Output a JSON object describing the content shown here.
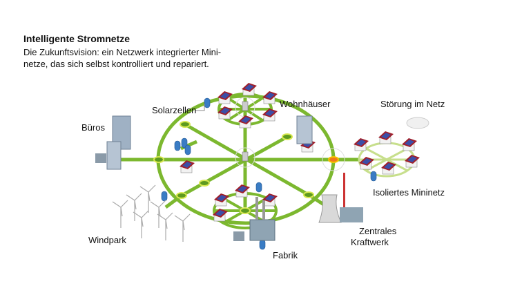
{
  "title": "Intelligente Stromnetze",
  "subtitle_line1": "Die Zukunftsvision: ein Netzwerk integrierter Mini-",
  "subtitle_line2": "netze, das sich selbst kontrolliert und repariert.",
  "labels": {
    "solar": "Solarzellen",
    "homes": "Wohnhäuser",
    "offices": "Büros",
    "fault": "Störung im Netz",
    "isolated": "Isoliertes Mininetz",
    "wind": "Windpark",
    "factory": "Fabrik",
    "plant_line1": "Zentrales",
    "plant_line2": "Kraftwerk"
  },
  "colors": {
    "grid": "#7cb82f",
    "node": "#c9e04a",
    "fault": "#f07a1a",
    "roof": "#a01f2a",
    "panel": "#3b4fa8"
  }
}
